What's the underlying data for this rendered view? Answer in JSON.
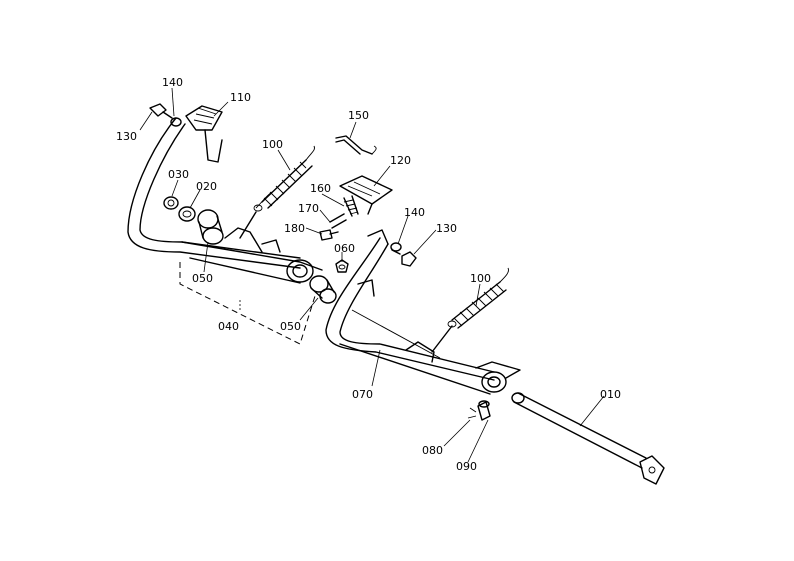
{
  "callouts": {
    "c140a": "140",
    "c110": "110",
    "c130a": "130",
    "c100a": "100",
    "c150": "150",
    "c120": "120",
    "c030": "030",
    "c020": "020",
    "c160": "160",
    "c170": "170",
    "c180": "180",
    "c140b": "140",
    "c130b": "130",
    "c060": "060",
    "c050a": "050",
    "c040": "040",
    "c050b": "050",
    "c100b": "100",
    "c070": "070",
    "c010": "010",
    "c080": "080",
    "c090": "090"
  }
}
